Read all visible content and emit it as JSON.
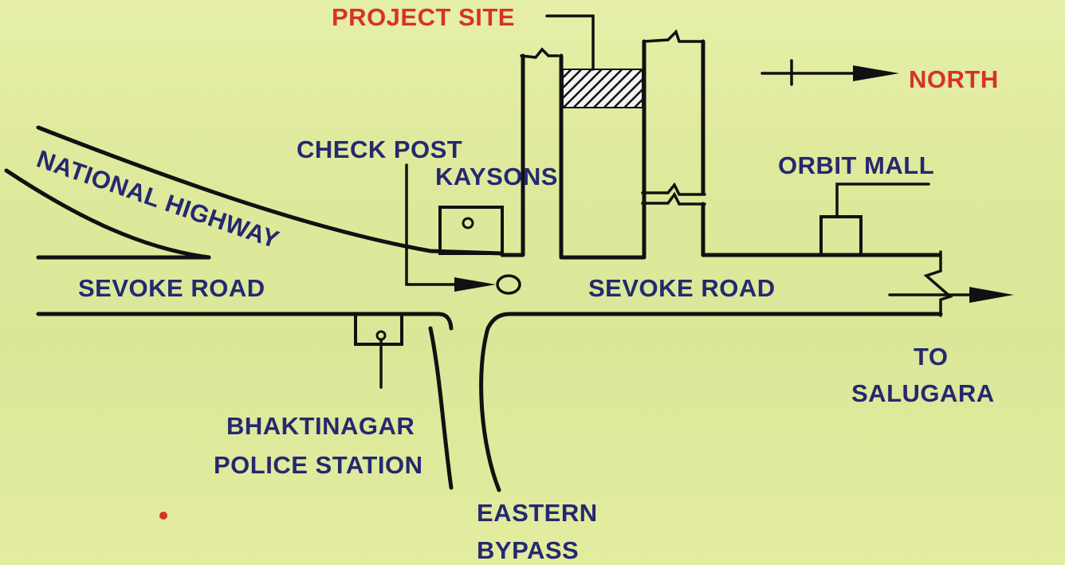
{
  "map": {
    "labels": {
      "project_site": "PROJECT SITE",
      "north": "NORTH",
      "check_post": "CHECK POST",
      "kaysons": "KAYSONS",
      "orbit_mall": "ORBIT MALL",
      "national_highway": "NATIONAL HIGHWAY",
      "sevoke_road_west": "SEVOKE ROAD",
      "sevoke_road_east": "SEVOKE ROAD",
      "to_line1": "TO",
      "to_line2": "SALUGARA",
      "police_line1": "BHAKTINAGAR",
      "police_line2": "POLICE STATION",
      "bypass_line1": "EASTERN",
      "bypass_line2": "BYPASS"
    },
    "colors": {
      "background": "#dde89a",
      "accent_red": "#d6322a",
      "label_blue": "#252870",
      "line": "#111111"
    },
    "icons": [
      "north-arrow-icon",
      "direction-arrow-icon",
      "check-post-marker-icon",
      "hatched-site-icon"
    ]
  }
}
